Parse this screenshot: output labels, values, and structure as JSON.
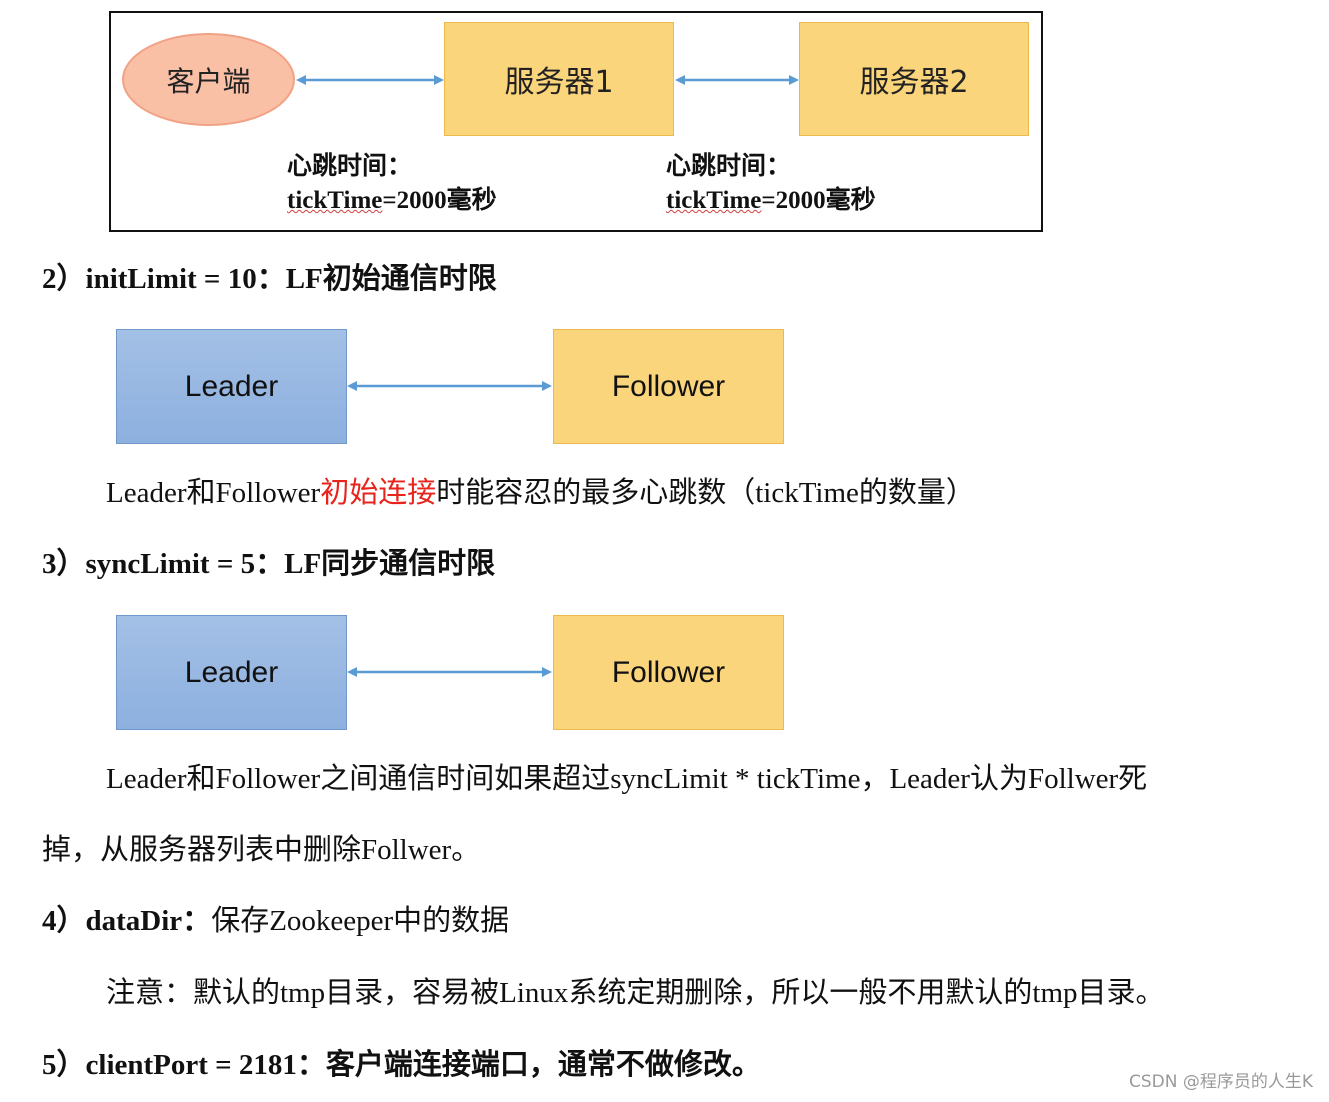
{
  "figure1": {
    "client_label": "客户端",
    "server1_label": "服务器1",
    "server2_label": "服务器2",
    "heartbeat_left": {
      "line1": "心跳时间：",
      "tick": "tickTime",
      "rest": "=2000毫秒"
    },
    "heartbeat_right": {
      "line1": "心跳时间：",
      "tick": "tickTime",
      "rest": "=2000毫秒"
    },
    "colors": {
      "client_fill": "#f9c0a6",
      "server_fill": "#fbd57c",
      "arrow": "#5b9bd5"
    }
  },
  "section2": {
    "heading_prefix": "2）",
    "heading_bold": "initLimit = 10：LF初始通信时限",
    "diagram": {
      "leader": "Leader",
      "follower": "Follower"
    },
    "desc_a": "Leader和Follower",
    "desc_red": "初始连接",
    "desc_b": "时能容忍的最多心跳数（tickTime的数量）"
  },
  "section3": {
    "heading_prefix": "3）",
    "heading_bold": "syncLimit = 5：LF同步通信时限",
    "diagram": {
      "leader": "Leader",
      "follower": "Follower"
    },
    "desc_line1": "Leader和Follower之间通信时间如果超过syncLimit * tickTime，Leader认为Follwer死",
    "desc_line2": "掉，从服务器列表中删除Follwer。"
  },
  "section4": {
    "heading_prefix": "4）",
    "heading_bold": "dataDir：",
    "heading_normal": "保存Zookeeper中的数据",
    "note": "注意：默认的tmp目录，容易被Linux系统定期删除，所以一般不用默认的tmp目录。"
  },
  "section5": {
    "heading_prefix": "5）",
    "heading_bold": "clientPort = 2181：客户端连接端口，通常不做修改。"
  },
  "watermark": "CSDN @程序员的人生K"
}
